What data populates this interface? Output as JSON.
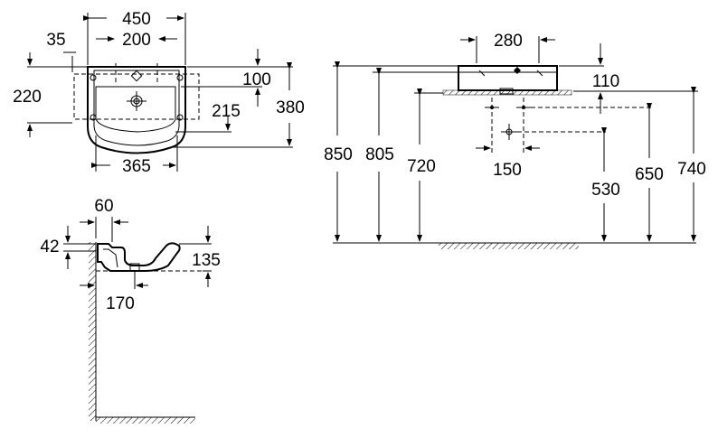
{
  "dimensions": {
    "top_view": {
      "overall_width": "450",
      "tap_spacing": "200",
      "side_offset": "35",
      "mount_height": "220",
      "back_depth": "100",
      "bowl_depth": "215",
      "overall_depth": "380",
      "bowl_width": "365"
    },
    "front_view": {
      "bracket_spacing": "280",
      "basin_height": "110",
      "height_850": "850",
      "height_805": "805",
      "height_720": "720",
      "waste_spacing": "150",
      "height_530": "530",
      "height_650": "650",
      "height_740": "740"
    },
    "side_view": {
      "depth_60": "60",
      "height_42": "42",
      "height_135": "135",
      "depth_170": "170"
    }
  }
}
